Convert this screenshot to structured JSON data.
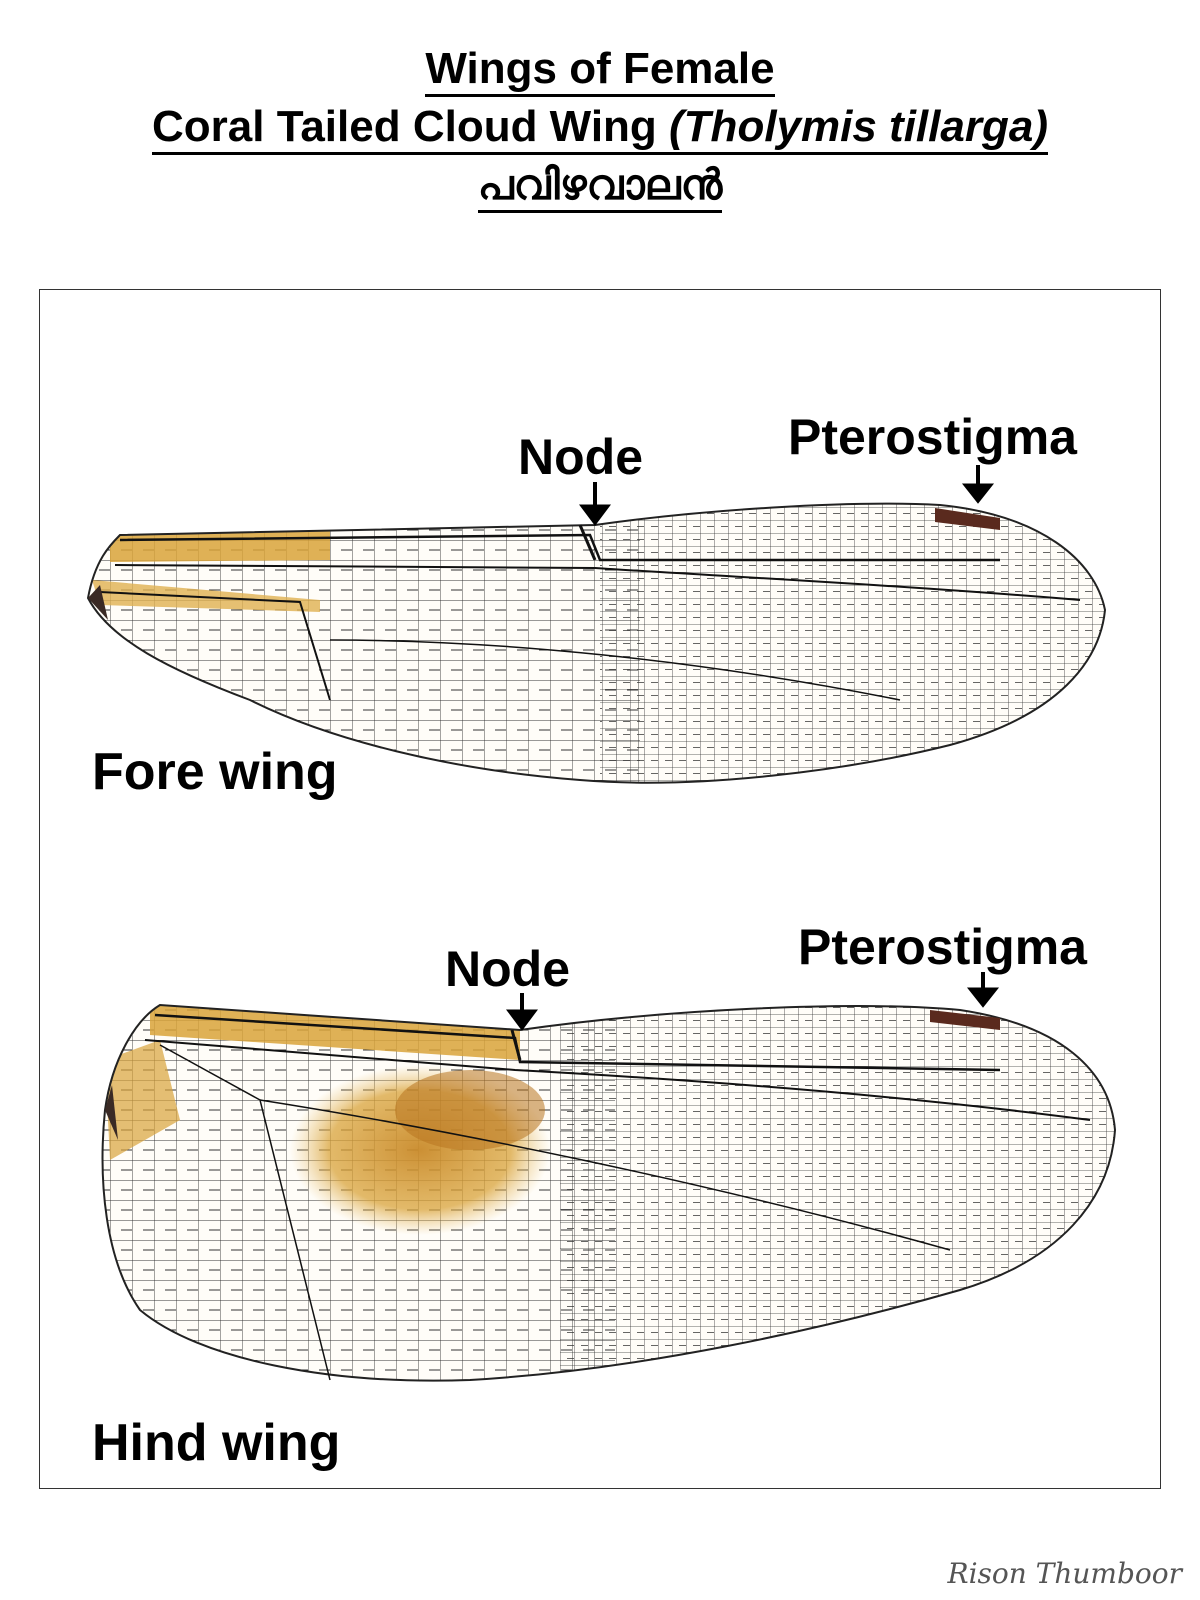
{
  "title": {
    "line1": "Wings of Female",
    "line2_common": "Coral Tailed Cloud Wing",
    "line2_scientific": "(Tholymis tillarga)",
    "line3_malayalam": "പവിഴവാലൻ"
  },
  "fore_wing": {
    "label": "Fore wing",
    "node_label": "Node",
    "pterostigma_label": "Pterostigma"
  },
  "hind_wing": {
    "label": "Hind wing",
    "node_label": "Node",
    "pterostigma_label": "Pterostigma"
  },
  "watermark": "Rison Thumboor",
  "colors": {
    "vein": "#1a1a1a",
    "amber": "#d9a33a",
    "amber_dark": "#b8741f",
    "pterostigma": "#5a2a1e"
  }
}
